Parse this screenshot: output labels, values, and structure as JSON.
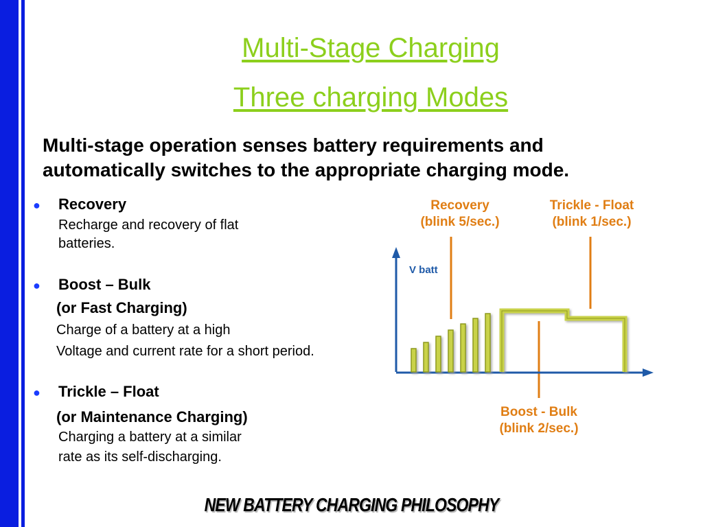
{
  "slide": {
    "title_line1": "Multi-Stage Charging",
    "title_line2": "Three charging Modes",
    "intro_line1": "Multi-stage operation senses battery requirements and",
    "intro_line2": "automatically switches to the appropriate charging mode.",
    "footer": "NEW BATTERY CHARGING PHILOSOPHY",
    "colors": {
      "title": "#8ccf1c",
      "sidebar": "#0a1ee0",
      "bullet": "#1a3cff",
      "diagram_label": "#e07e14",
      "bar_fill": "#c9d24a"
    }
  },
  "modes": [
    {
      "heading": "Recovery",
      "lines": [
        "Recharge and recovery of flat",
        "batteries."
      ]
    },
    {
      "heading": "Boost – Bulk",
      "subheading": "(or Fast Charging)",
      "lines": [
        "Charge of a battery at a high",
        "Voltage and current rate for a short period."
      ]
    },
    {
      "heading": "Trickle – Float",
      "subheading": "(or Maintenance Charging)",
      "lines": [
        "Charging a battery at a similar",
        "rate as its self-discharging."
      ]
    }
  ],
  "diagram": {
    "axis_label": "V batt",
    "recovery_label": [
      "Recovery",
      "(blink 5/sec.)"
    ],
    "trickle_label": [
      "Trickle - Float",
      "(blink 1/sec.)"
    ],
    "boost_label": [
      "Boost - Bulk",
      "(blink 2/sec.)"
    ]
  }
}
